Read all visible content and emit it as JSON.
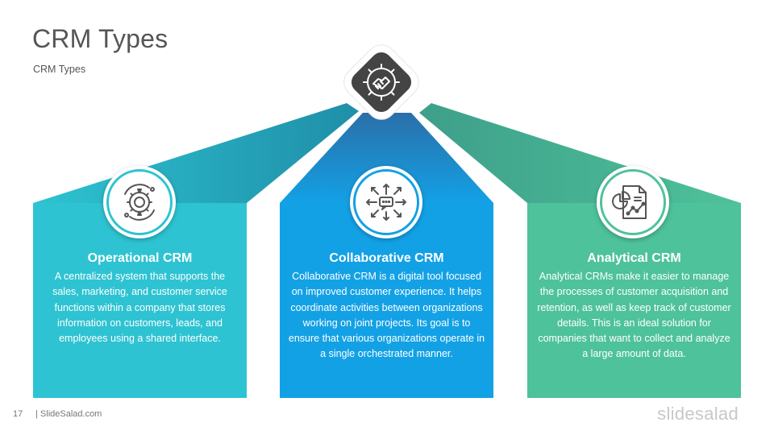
{
  "title": "CRM Types",
  "subtitle": "CRM Types",
  "center_icon": "handshake-gear-icon",
  "colors": {
    "operational": "#2ec3d2",
    "collaborative": "#13a1e6",
    "analytical": "#4ec29a",
    "dark_icon_bg": "#444444"
  },
  "panels": [
    {
      "title": "Operational CRM",
      "icon": "gear-cycle-icon",
      "description": "A centralized system that supports the sales, marketing, and customer service functions within a company that stores information  on customers, leads, and employees using a shared interface."
    },
    {
      "title": "Collaborative CRM",
      "icon": "chat-arrows-icon",
      "description": "Collaborative  CRM is a digital  tool focused on improved customer experience. It helps coordinate activities between organizations  working on joint projects. Its goal is to ensure that various organizations  operate in a single orchestrated manner."
    },
    {
      "title": "Analytical CRM",
      "icon": "report-chart-icon",
      "description": "Analytical CRMs make it easier to manage the processes of customer acquisition and retention, as well as keep track of customer details. This is an ideal solution for companies that want to collect and analyze a large amount of data."
    }
  ],
  "footer": {
    "page_number": "17",
    "site": "| SlideSalad.com",
    "brand": "slidesalad"
  }
}
